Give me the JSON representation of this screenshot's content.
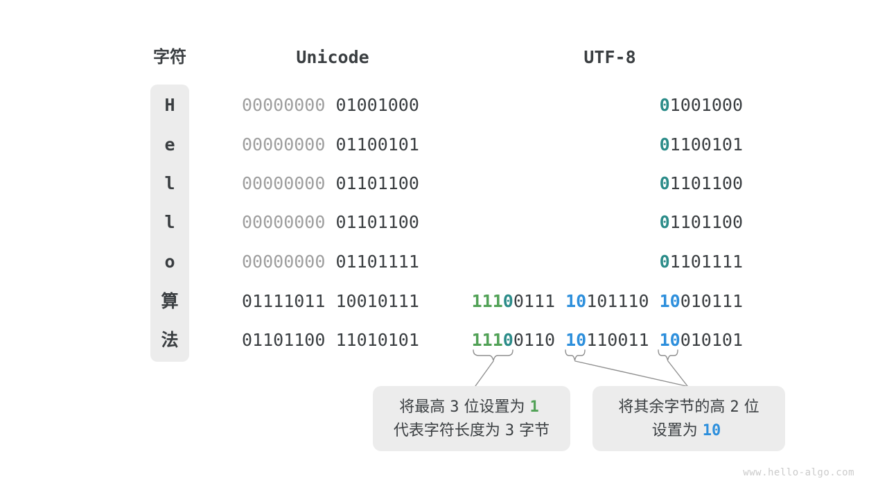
{
  "headers": {
    "character": "字符",
    "unicode": "Unicode",
    "utf8": "UTF-8"
  },
  "colors": {
    "green": "#51a156",
    "teal": "#2b8c89",
    "blue": "#2d8fdc",
    "dark": "#3a3e41",
    "gray": "#9e9e9e"
  },
  "rows": [
    {
      "char": "H",
      "unicode": [
        {
          "text": "00000000",
          "color": "gray"
        },
        {
          "text": "01001000",
          "color": "dark"
        }
      ],
      "utf8": [
        [
          {
            "text": "0",
            "color": "teal"
          },
          {
            "text": "1001000",
            "color": "dark"
          }
        ]
      ]
    },
    {
      "char": "e",
      "unicode": [
        {
          "text": "00000000",
          "color": "gray"
        },
        {
          "text": "01100101",
          "color": "dark"
        }
      ],
      "utf8": [
        [
          {
            "text": "0",
            "color": "teal"
          },
          {
            "text": "1100101",
            "color": "dark"
          }
        ]
      ]
    },
    {
      "char": "l",
      "unicode": [
        {
          "text": "00000000",
          "color": "gray"
        },
        {
          "text": "01101100",
          "color": "dark"
        }
      ],
      "utf8": [
        [
          {
            "text": "0",
            "color": "teal"
          },
          {
            "text": "1101100",
            "color": "dark"
          }
        ]
      ]
    },
    {
      "char": "l",
      "unicode": [
        {
          "text": "00000000",
          "color": "gray"
        },
        {
          "text": "01101100",
          "color": "dark"
        }
      ],
      "utf8": [
        [
          {
            "text": "0",
            "color": "teal"
          },
          {
            "text": "1101100",
            "color": "dark"
          }
        ]
      ]
    },
    {
      "char": "o",
      "unicode": [
        {
          "text": "00000000",
          "color": "gray"
        },
        {
          "text": "01101111",
          "color": "dark"
        }
      ],
      "utf8": [
        [
          {
            "text": "0",
            "color": "teal"
          },
          {
            "text": "1101111",
            "color": "dark"
          }
        ]
      ]
    },
    {
      "char": "算",
      "unicode": [
        {
          "text": "01111011",
          "color": "dark"
        },
        {
          "text": "10010111",
          "color": "dark"
        }
      ],
      "utf8": [
        [
          {
            "text": "111",
            "color": "green"
          },
          {
            "text": "0",
            "color": "teal"
          },
          {
            "text": "0111",
            "color": "dark"
          }
        ],
        [
          {
            "text": "10",
            "color": "blue"
          },
          {
            "text": "101110",
            "color": "dark"
          }
        ],
        [
          {
            "text": "10",
            "color": "blue"
          },
          {
            "text": "010111",
            "color": "dark"
          }
        ]
      ]
    },
    {
      "char": "法",
      "unicode": [
        {
          "text": "01101100",
          "color": "dark"
        },
        {
          "text": "11010101",
          "color": "dark"
        }
      ],
      "utf8": [
        [
          {
            "text": "111",
            "color": "green"
          },
          {
            "text": "0",
            "color": "teal"
          },
          {
            "text": "0110",
            "color": "dark"
          }
        ],
        [
          {
            "text": "10",
            "color": "blue"
          },
          {
            "text": "110011",
            "color": "dark"
          }
        ],
        [
          {
            "text": "10",
            "color": "blue"
          },
          {
            "text": "010101",
            "color": "dark"
          }
        ]
      ]
    }
  ],
  "callouts": {
    "first": {
      "l1a": "将最高",
      "l1n": "3",
      "l1b": "位设置为",
      "l1v": "1",
      "l2a": "代表字符长度为",
      "l2n": "3",
      "l2b": "字节"
    },
    "second": {
      "l1a": "将其余字节的高",
      "l1n": "2",
      "l1b": "位",
      "l2a": "设置为",
      "l2v": "10"
    }
  },
  "watermark": "www.hello-algo.com"
}
